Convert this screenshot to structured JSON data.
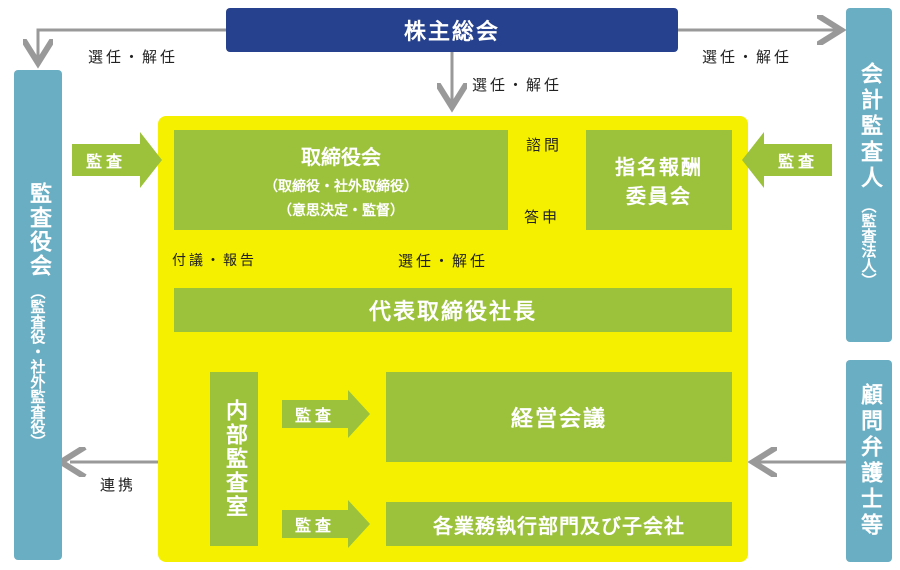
{
  "colors": {
    "navy": "#26418d",
    "blue": "#6aaec3",
    "green": "#9bc23a",
    "yellow": "#f5f000",
    "arrow": "#999999"
  },
  "top": {
    "title": "株主総会"
  },
  "left_board": {
    "title": "監査役会",
    "sub": "（監査役・社外監査役）"
  },
  "right_auditor": {
    "title": "会計監査人",
    "sub": "（監査法人）"
  },
  "right_advisor": {
    "title": "顧問弁護士等"
  },
  "board": {
    "title": "取締役会",
    "line1": "（取締役・社外取締役）",
    "line2": "（意思決定・監督）"
  },
  "committee": {
    "line1": "指名報酬",
    "line2": "委員会"
  },
  "president": {
    "title": "代表取締役社長"
  },
  "internal_audit": {
    "title": "内部監査室"
  },
  "mgmt_meeting": {
    "title": "経営会議"
  },
  "divisions": {
    "title": "各業務執行部門及び子会社"
  },
  "labels": {
    "elect_left": "選任・解任",
    "elect_center": "選任・解任",
    "elect_right": "選任・解任",
    "inquiry": "諮問",
    "answer": "答申",
    "report": "付議・報告",
    "elect_president": "選任・解任",
    "audit_left": "監査",
    "audit_right": "監査",
    "audit_mgmt": "監査",
    "audit_div": "監査",
    "coop": "連携"
  }
}
